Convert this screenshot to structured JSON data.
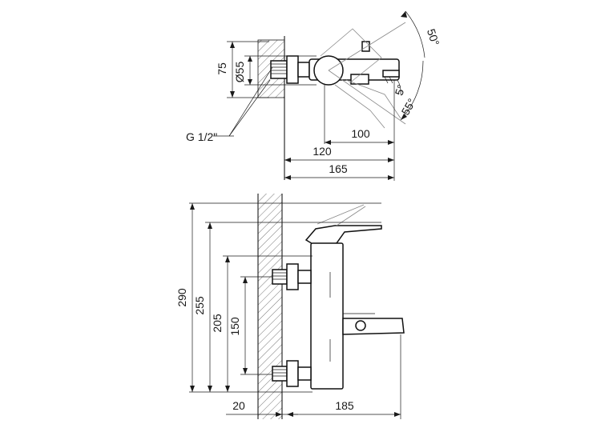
{
  "top_view": {
    "angle_upper": "50°",
    "angle_small": "5°",
    "angle_lower": "55°",
    "dim_height": "75",
    "dim_diameter": "Ø55",
    "thread": "G 1/2\"",
    "dim_100": "100",
    "dim_120": "120",
    "dim_165": "165"
  },
  "front_view": {
    "dim_290": "290",
    "dim_255": "255",
    "dim_205": "205",
    "dim_150": "150",
    "dim_20": "20",
    "dim_185": "185"
  },
  "colors": {
    "line": "#1a1a1a",
    "wall_hatch": "#555555",
    "ghost_line": "#888888"
  }
}
